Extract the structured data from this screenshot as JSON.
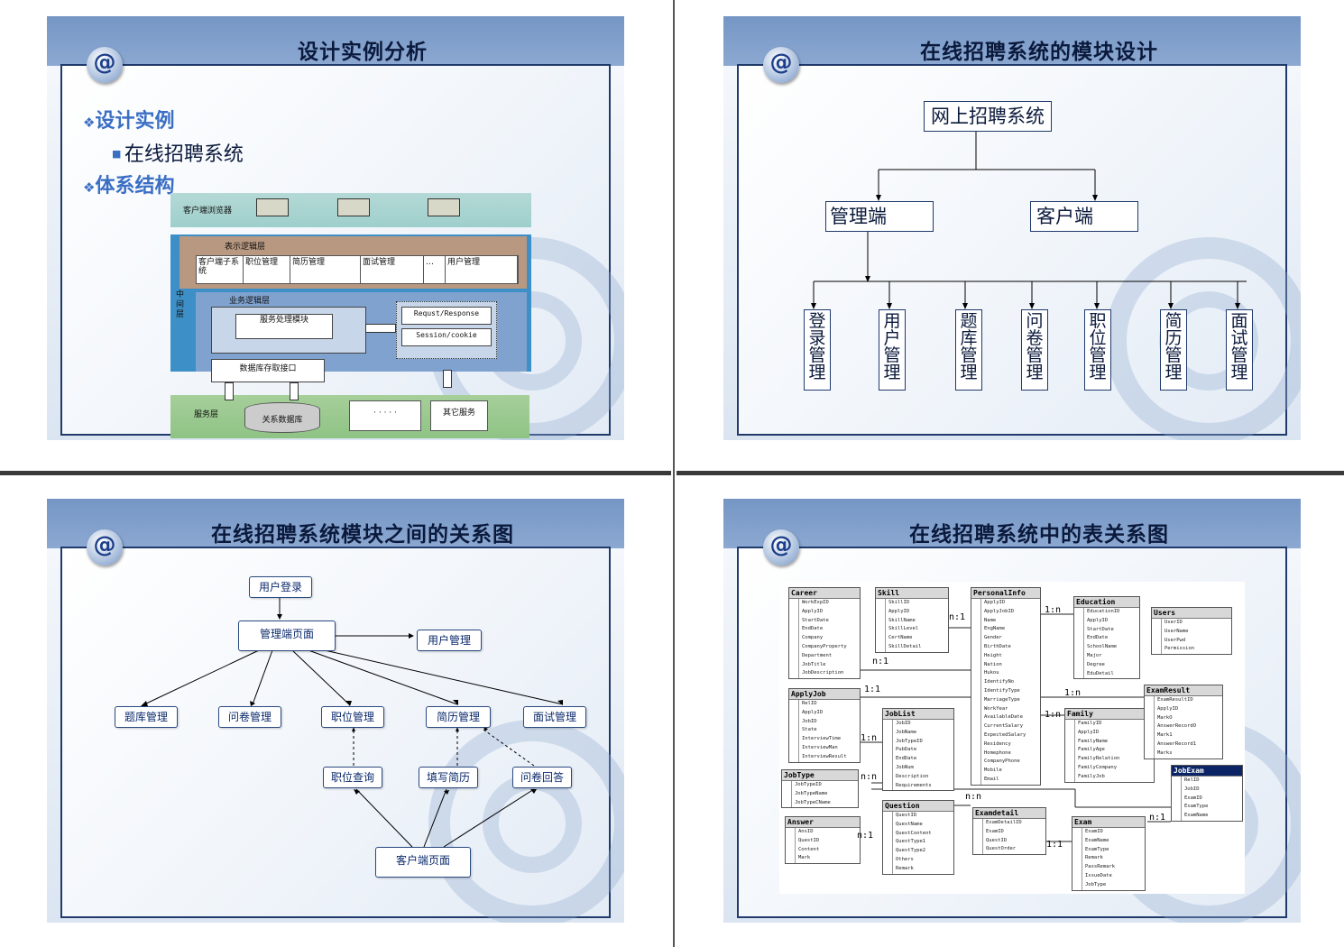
{
  "slide1": {
    "title": "设计实例分析",
    "bullet1": "设计实例",
    "sub1": "在线招聘系统",
    "bullet2": "体系结构",
    "arch": {
      "client_layer": "客户端浏览器",
      "presentation_layer": "表示逻辑层",
      "middle_layer": "中间层",
      "modules": [
        "客户端子系统",
        "职位管理",
        "简历管理",
        "面试管理",
        "…",
        "用户管理"
      ],
      "business_layer": "业务逻辑层",
      "service_module": "服务处理模块",
      "request": "Requst/Response",
      "session": "Session/cookie",
      "db_access": "数据库存取接口",
      "service_layer": "服务层",
      "database": "关系数据库",
      "dots": "· · · · ·",
      "other": "其它服务"
    }
  },
  "slide2": {
    "title": "在线招聘系统的模块设计",
    "root": "网上招聘系统",
    "admin": "管理端",
    "client": "客户端",
    "modules": [
      "登录管理",
      "用户管理",
      "题库管理",
      "问卷管理",
      "职位管理",
      "简历管理",
      "面试管理"
    ]
  },
  "slide3": {
    "title": "在线招聘系统模块之间的关系图",
    "login": "用户登录",
    "admin_page": "管理端页面",
    "user_mgmt": "用户管理",
    "mgmt": [
      "题库管理",
      "问卷管理",
      "职位管理",
      "简历管理",
      "面试管理"
    ],
    "actions": [
      "职位查询",
      "填写简历",
      "问卷回答"
    ],
    "client_page": "客户端页面"
  },
  "slide4": {
    "title": "在线招聘系统中的表关系图",
    "tables": {
      "career": {
        "name": "Career",
        "fields": [
          "WorkExpID",
          "ApplyID",
          "StartDate",
          "EndDate",
          "Company",
          "CompanyProperty",
          "Department",
          "JobTitle",
          "JobDescription"
        ]
      },
      "skill": {
        "name": "Skill",
        "fields": [
          "SkillID",
          "ApplyID",
          "SkillName",
          "SkillLevel",
          "CertName",
          "SkillDetail"
        ]
      },
      "personal": {
        "name": "PersonalInfo",
        "fields": [
          "ApplyID",
          "ApplyJobID",
          "Name",
          "EngName",
          "Gender",
          "BirthDate",
          "Height",
          "Nation",
          "Hukou",
          "IdentifyNo",
          "IdentifyType",
          "MarriageType",
          "WorkYear",
          "AvailableDate",
          "CurrentSalary",
          "ExpectedSalary",
          "Residency",
          "Homephone",
          "CompanyPhone",
          "Mobile",
          "Email"
        ]
      },
      "education": {
        "name": "Education",
        "fields": [
          "EducationID",
          "ApplyID",
          "StartDate",
          "EndDate",
          "SchoolName",
          "Major",
          "Degree",
          "EduDetail"
        ]
      },
      "users": {
        "name": "Users",
        "fields": [
          "UserID",
          "UserName",
          "UserPwd",
          "Permission"
        ]
      },
      "applyjob": {
        "name": "ApplyJob",
        "fields": [
          "RelID",
          "ApplyID",
          "JobID",
          "State",
          "InterviewTime",
          "InterviewMan",
          "InterviewResult"
        ]
      },
      "joblist": {
        "name": "JobList",
        "fields": [
          "JobID",
          "JobName",
          "JobTypeID",
          "PubDate",
          "EndDate",
          "JobNum",
          "Description",
          "Requirements"
        ]
      },
      "family": {
        "name": "Family",
        "fields": [
          "FamilyID",
          "ApplyID",
          "FamilyName",
          "FamilyAge",
          "FamilyRelation",
          "FamilyCompany",
          "FamilyJob"
        ]
      },
      "examresult": {
        "name": "ExamResult",
        "fields": [
          "ExamResultID",
          "ApplyID",
          "MarkO",
          "AnswerRecordO",
          "Mark1",
          "AnswerRecord1",
          "Marks"
        ]
      },
      "jobtype": {
        "name": "JobType",
        "fields": [
          "JobTypeID",
          "JobTypeName",
          "JobTypeCName"
        ]
      },
      "jobexam": {
        "name": "JobExam",
        "fields": [
          "RelID",
          "JobID",
          "ExamID",
          "ExamType",
          "ExamName"
        ]
      },
      "answer": {
        "name": "Answer",
        "fields": [
          "AnsID",
          "QuestID",
          "Content",
          "Mark"
        ]
      },
      "question": {
        "name": "Question",
        "fields": [
          "QuestID",
          "QuestName",
          "QuestContent",
          "QuestType1",
          "QuestType2",
          "Others",
          "Remark"
        ]
      },
      "examdetail": {
        "name": "Examdetail",
        "fields": [
          "ExamDetailID",
          "ExamID",
          "QuestID",
          "QuestOrder"
        ]
      },
      "exam": {
        "name": "Exam",
        "fields": [
          "ExamID",
          "ExamName",
          "ExamType",
          "Remark",
          "PassRemark",
          "IssueDate",
          "JobType"
        ]
      }
    },
    "relations": [
      "n:1",
      "1:n",
      "n:1",
      "1:1",
      "1:n",
      "1:n",
      "1:n",
      "n:n",
      "n:n",
      "n:1",
      "1:1",
      "n:1"
    ]
  }
}
